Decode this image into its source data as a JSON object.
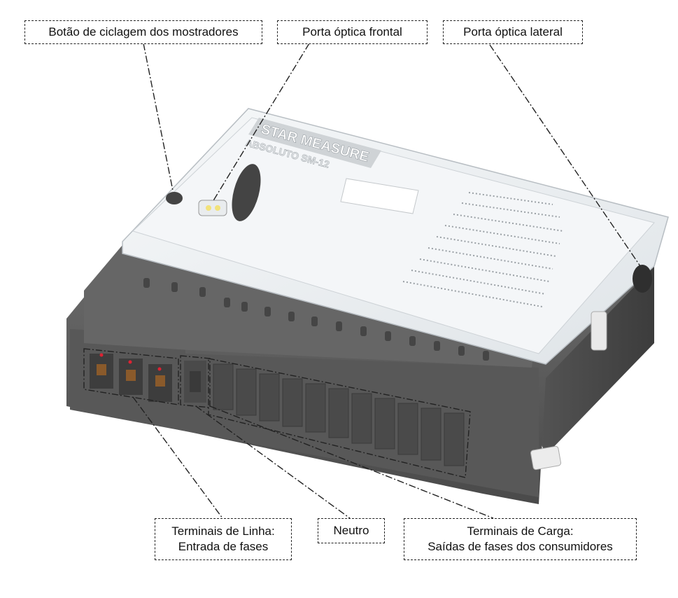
{
  "callouts": {
    "cycle_button": "Botão de ciclagem dos mostradores",
    "front_optical_port": "Porta óptica frontal",
    "side_optical_port": "Porta óptica lateral",
    "line_terminals": {
      "line1": "Terminais de Linha:",
      "line2": "Entrada de fases"
    },
    "neutral": "Neutro",
    "load_terminals": {
      "line1": "Terminais de Carga:",
      "line2": "Saídas de fases dos consumidores"
    }
  },
  "device": {
    "brand_logo": "STAR MEASURE",
    "model_logo": "ABSOLUTO SM-12",
    "colors": {
      "cover": "#eef1f3",
      "body": "#5c5c5c",
      "body_dark": "#3f3f3f",
      "terminal": "#8a5a2b",
      "leader": "#222222"
    }
  }
}
